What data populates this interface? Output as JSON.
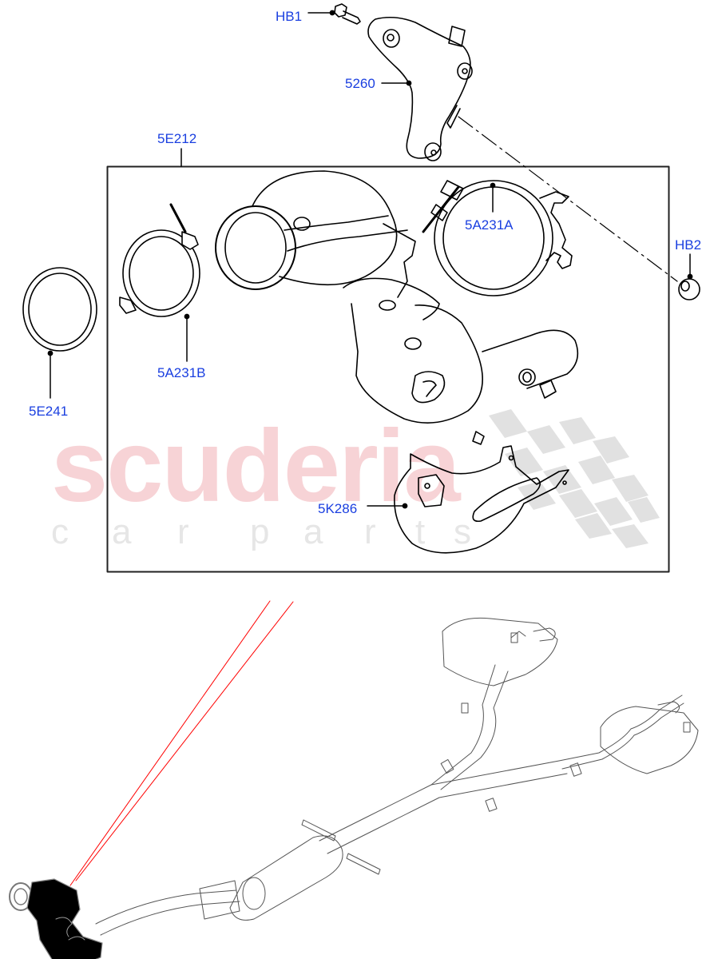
{
  "colors": {
    "callout_text": "#1a3fe0",
    "line": "#000000",
    "watermark_red": "#f7d3d6",
    "watermark_grey": "#e4e4e4",
    "checker": "#dcdcdc",
    "red_leader": "#ff0000",
    "box_border": "#222222"
  },
  "watermark": {
    "main": "scuderia",
    "sub_letters": [
      "c",
      "a",
      "r",
      "p",
      "a",
      "r",
      "t",
      "s"
    ]
  },
  "group_box": {
    "label": "5E212"
  },
  "callouts": [
    {
      "id": "HB1",
      "label": "HB1",
      "part": "bolt"
    },
    {
      "id": "5260",
      "label": "5260",
      "part": "bracket"
    },
    {
      "id": "5E212",
      "label": "5E212",
      "part": "catalytic-converter-assembly"
    },
    {
      "id": "5A231A",
      "label": "5A231A",
      "part": "clamp-rear"
    },
    {
      "id": "HB2",
      "label": "HB2",
      "part": "nut"
    },
    {
      "id": "5A231B",
      "label": "5A231B",
      "part": "clamp-front"
    },
    {
      "id": "5E241",
      "label": "5E241",
      "part": "gasket"
    },
    {
      "id": "5K286",
      "label": "5K286",
      "part": "heat-shield"
    }
  ]
}
